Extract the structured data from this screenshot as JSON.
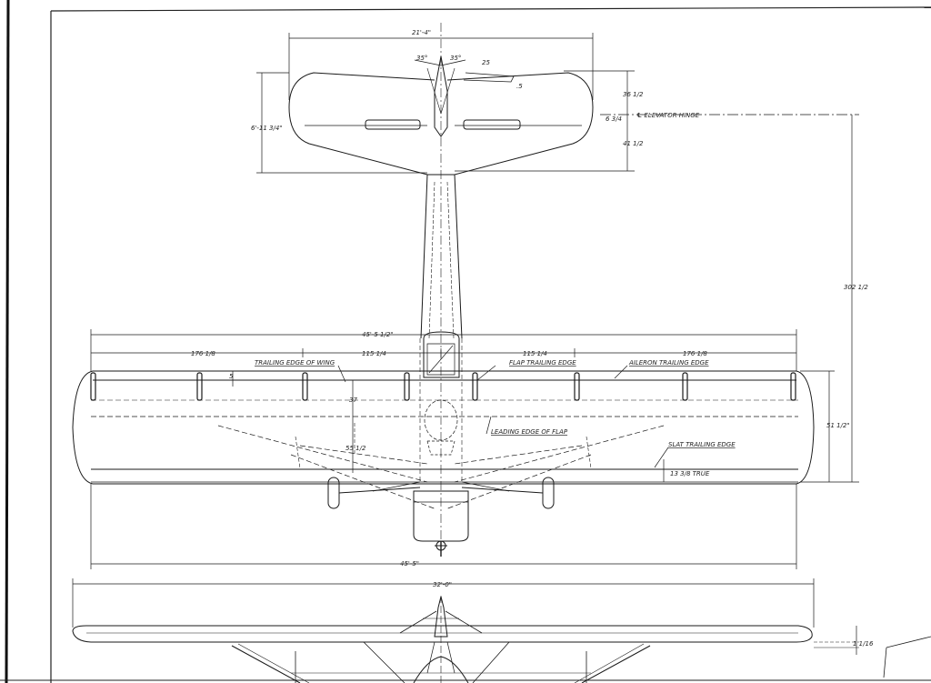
{
  "colors": {
    "ink": "#1a1a1a",
    "paper": "#ffffff",
    "left_edge": "#111111"
  },
  "top_view": {
    "tail_span": "21'-4\"",
    "tail_angle_left": "35°",
    "tail_angle_right": "35°",
    "tail_small_dim": "25",
    "tail_small_dim2": ".5",
    "tail_chord_label": "6'-11 3/4\"",
    "stab_dim_upper": "36 1/2",
    "stab_dim_mid": "6 3/4",
    "stab_dim_lower": "41 1/2",
    "elevator_hinge": "℄ ELEVATOR HINGE",
    "fuselage_length": "302 1/2",
    "wing_span_top": "45'-5 1/2\"",
    "seg1": "176 1/8",
    "seg2": "115 1/4",
    "seg3": "115 1/4",
    "seg4": "176 1/8",
    "trailing_edge_wing": "TRAILING EDGE OF WING",
    "flap_trailing": "FLAP TRAILING EDGE",
    "aileron_trailing": "AILERON TRAILING EDGE",
    "wing_small_dim": "5",
    "dim_37": "37",
    "dim_55": "55 1/2",
    "leading_edge_flap": "LEADING EDGE OF FLAP",
    "slat_trailing": "SLAT TRAILING EDGE",
    "slat_true": "13 3/8 TRUE",
    "wing_chord_right": "51 1/2\"",
    "wing_span_bottom": "45'-5\""
  },
  "front_view": {
    "span": "32'-0\"",
    "small_dim": "1 1/16"
  }
}
